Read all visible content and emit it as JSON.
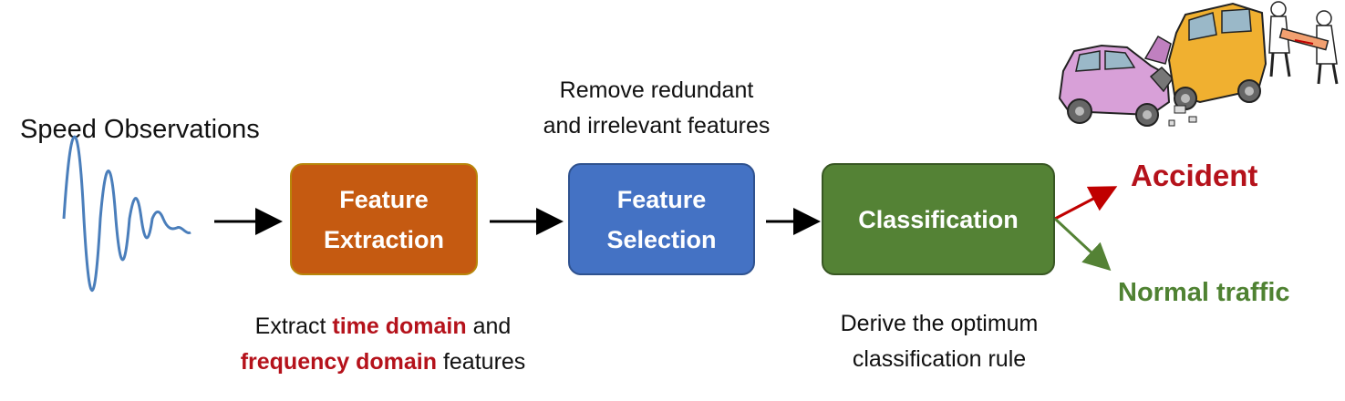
{
  "input": {
    "label": "Speed Observations"
  },
  "steps": [
    {
      "line1": "Feature",
      "line2": "Extraction",
      "color": "#c55a11",
      "border": "#b8860b"
    },
    {
      "line1": "Feature",
      "line2": "Selection",
      "color": "#4472c4",
      "border": "#2f528f"
    },
    {
      "line1": "Classification",
      "line2": "",
      "color": "#548235",
      "border": "#385723"
    }
  ],
  "notes": {
    "extraction": {
      "line1_pre": "Extract ",
      "line1_hl": "time domain",
      "line1_post": " and",
      "line2_hl": "frequency domain",
      "line2_post": " features",
      "highlight_color": "#b5121b"
    },
    "selection": {
      "line1": "Remove redundant",
      "line2": "and irrelevant features"
    },
    "classification": {
      "line1": "Derive the optimum",
      "line2": "classification rule"
    }
  },
  "outputs": {
    "accident": {
      "label": "Accident",
      "color": "#b5121b"
    },
    "normal": {
      "label": "Normal traffic",
      "color": "#4f8232"
    }
  },
  "icons": {
    "signal": "damped-sine-wave-icon",
    "crash": "car-crash-illustration"
  }
}
